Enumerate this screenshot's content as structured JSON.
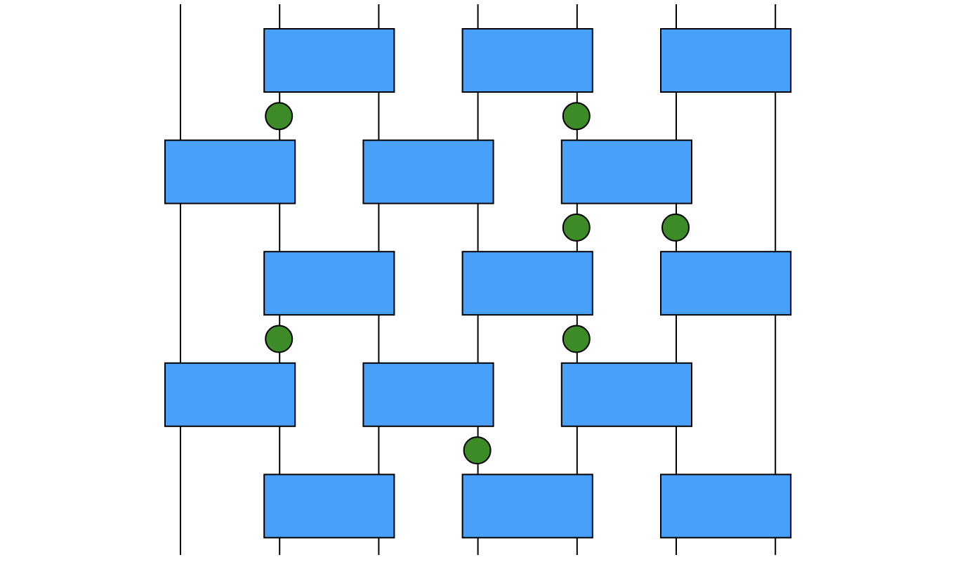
{
  "diagram": {
    "type": "brickwork-circuit",
    "wire_count": 7,
    "layer_count": 5,
    "colors": {
      "background": "#ffffff",
      "wire": "#000000",
      "gate_fill": "#48a0f8",
      "gate_stroke": "#000000",
      "node_fill": "#3d8b27",
      "node_stroke": "#000000"
    },
    "gates": [
      {
        "layer": 0,
        "wires": [
          1,
          2
        ]
      },
      {
        "layer": 0,
        "wires": [
          3,
          4
        ]
      },
      {
        "layer": 0,
        "wires": [
          5,
          6
        ]
      },
      {
        "layer": 1,
        "wires": [
          0,
          1
        ]
      },
      {
        "layer": 1,
        "wires": [
          2,
          3
        ]
      },
      {
        "layer": 1,
        "wires": [
          4,
          5
        ]
      },
      {
        "layer": 2,
        "wires": [
          1,
          2
        ]
      },
      {
        "layer": 2,
        "wires": [
          3,
          4
        ]
      },
      {
        "layer": 2,
        "wires": [
          5,
          6
        ]
      },
      {
        "layer": 3,
        "wires": [
          0,
          1
        ]
      },
      {
        "layer": 3,
        "wires": [
          2,
          3
        ]
      },
      {
        "layer": 3,
        "wires": [
          4,
          5
        ]
      },
      {
        "layer": 4,
        "wires": [
          1,
          2
        ]
      },
      {
        "layer": 4,
        "wires": [
          3,
          4
        ]
      },
      {
        "layer": 4,
        "wires": [
          5,
          6
        ]
      }
    ],
    "nodes": [
      {
        "wire": 1,
        "after_layer": 0
      },
      {
        "wire": 4,
        "after_layer": 0
      },
      {
        "wire": 4,
        "after_layer": 1
      },
      {
        "wire": 5,
        "after_layer": 1
      },
      {
        "wire": 1,
        "after_layer": 2
      },
      {
        "wire": 4,
        "after_layer": 2
      },
      {
        "wire": 3,
        "after_layer": 3
      }
    ]
  }
}
